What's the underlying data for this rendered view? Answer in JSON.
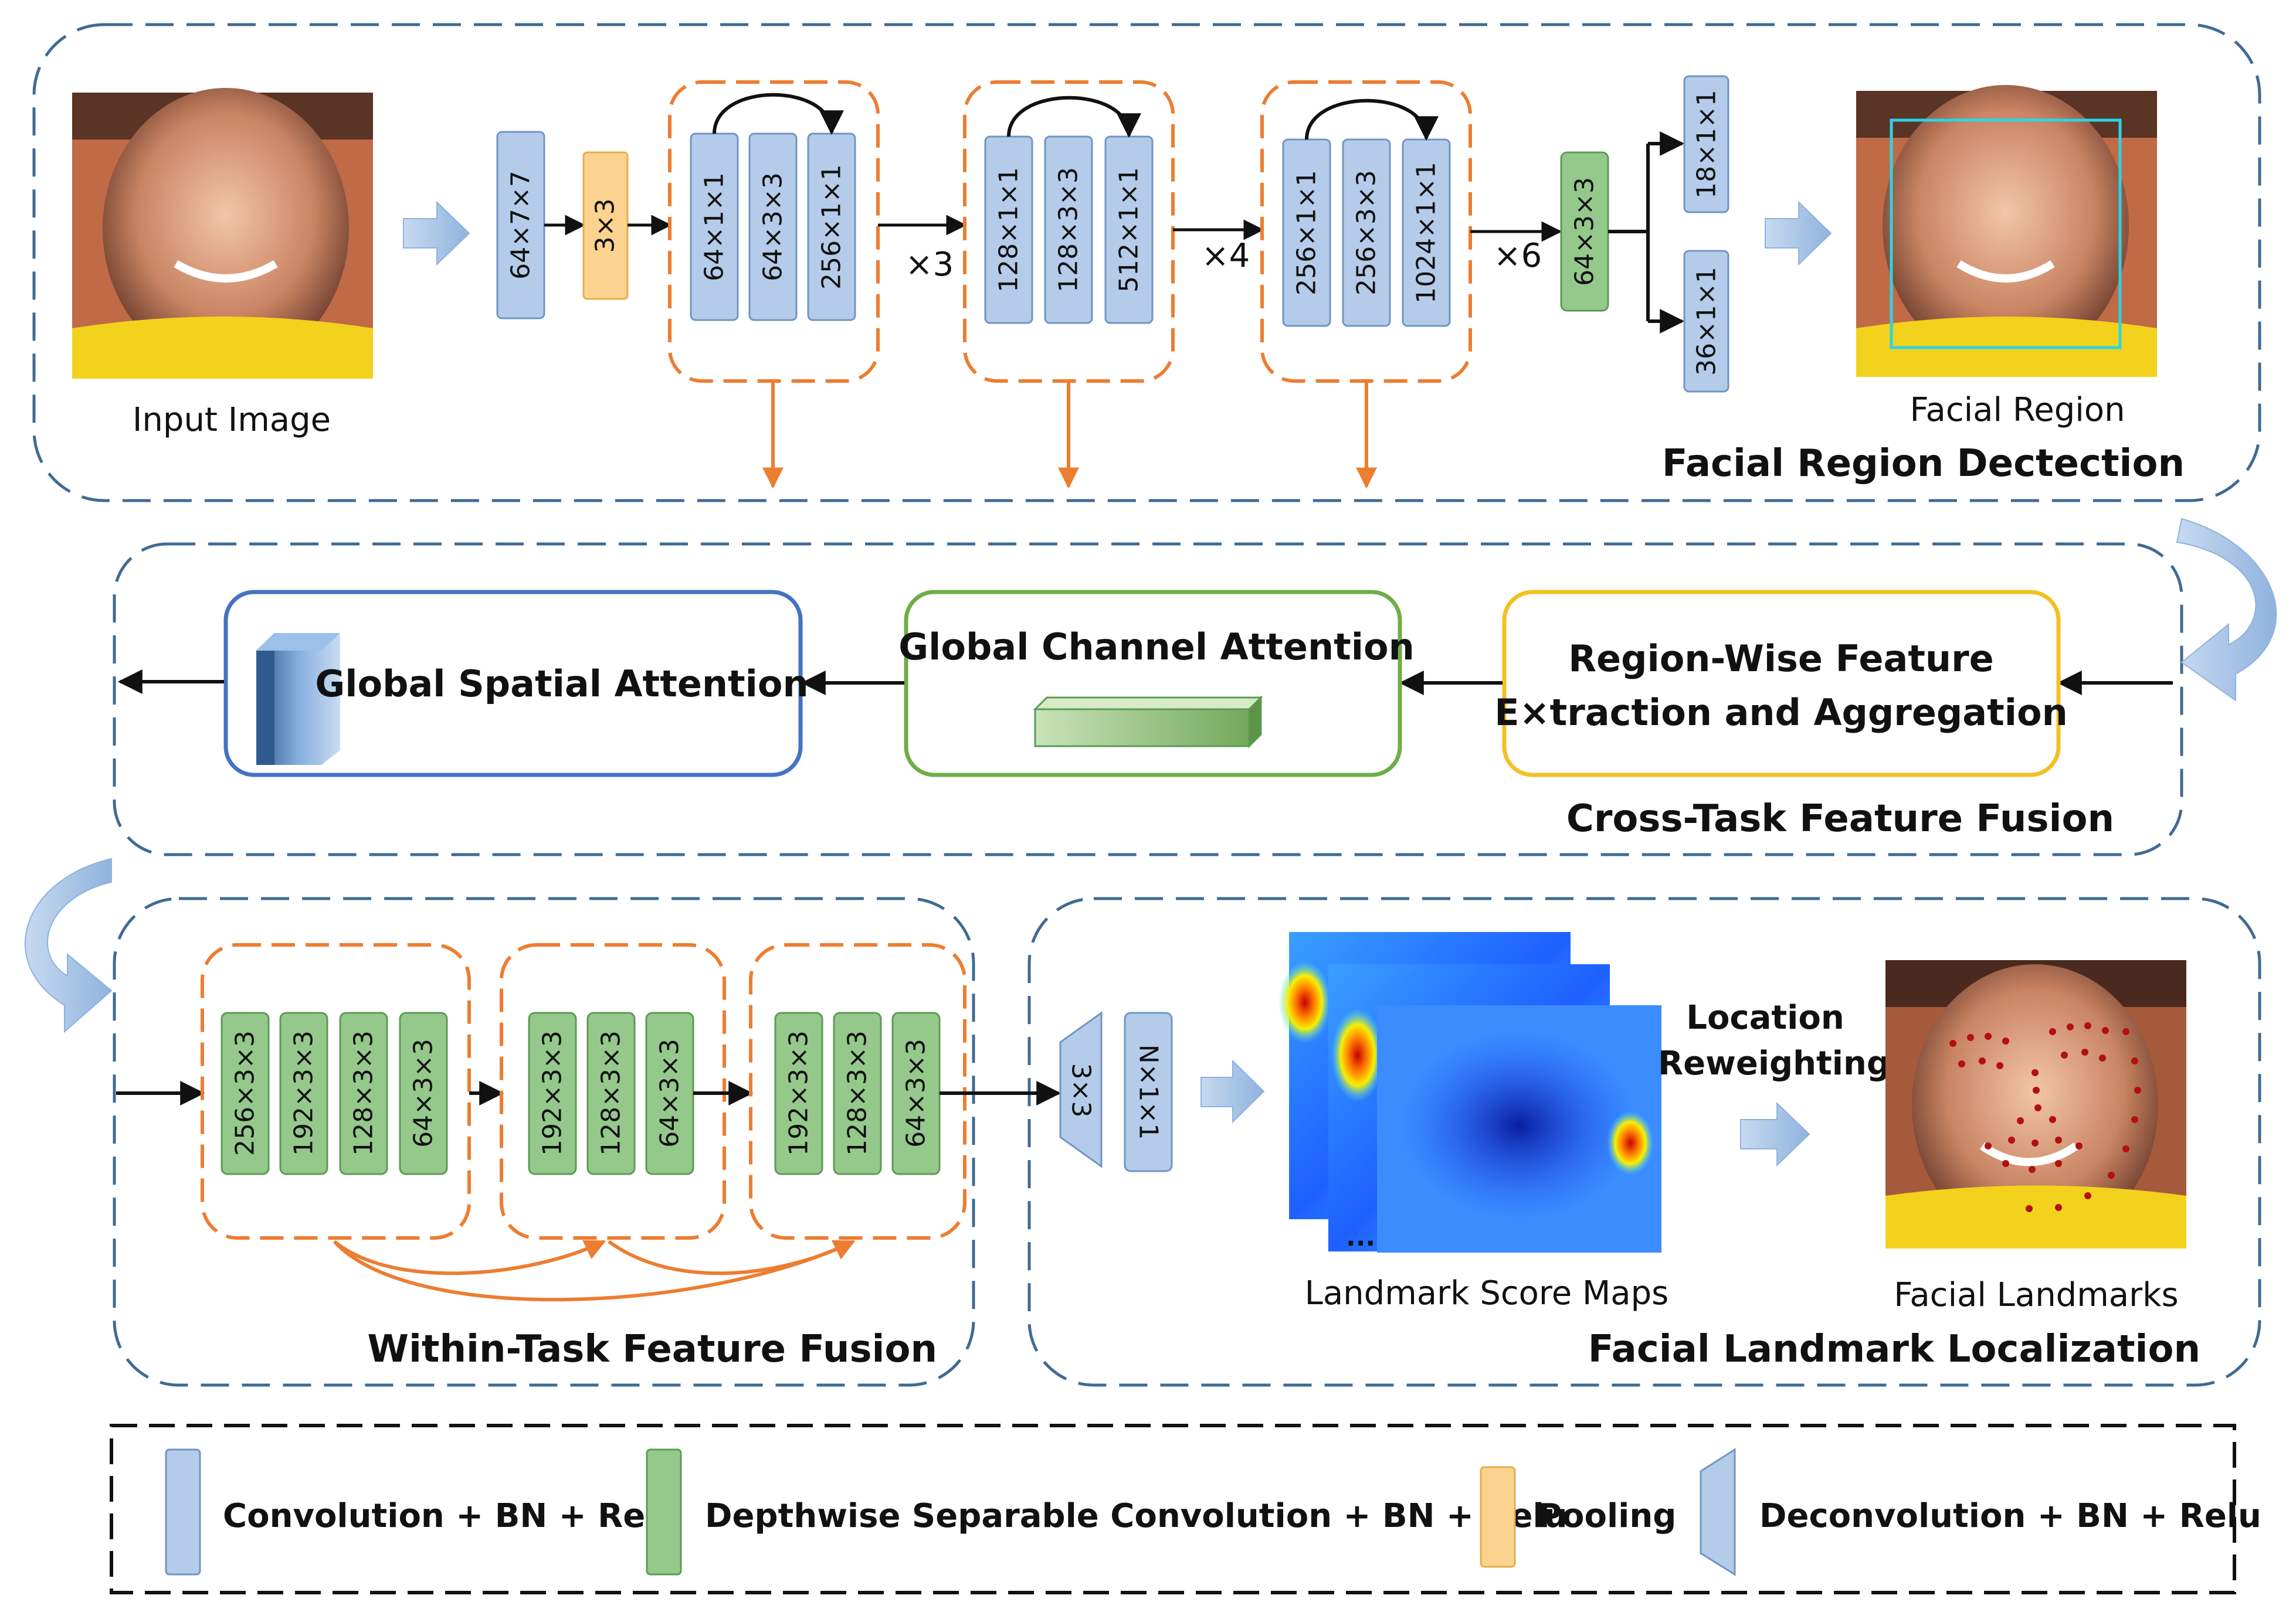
{
  "labels": {
    "input_image": "Input Image",
    "facial_region": "Facial Region",
    "facial_region_detection": "Facial Region Dectection",
    "cross_task_fusion": "Cross-Task Feature Fusion",
    "within_task_fusion": "Within-Task Feature Fusion",
    "landmark_localization": "Facial Landmark Localization",
    "landmark_score_maps": "Landmark Score Maps",
    "facial_landmarks": "Facial Landmarks",
    "location_reweighting_1": "Location",
    "location_reweighting_2": "Reweighting",
    "ellipsis": "..."
  },
  "modules": {
    "global_spatial_attention": "Global Spatial Attention",
    "global_channel_attention": "Global Channel Attention",
    "region_wise_1": "Region-Wise Feature",
    "region_wise_2": "E×traction and Aggregation"
  },
  "backbone": {
    "conv1": "64×7×7",
    "pool": "3×3",
    "stage1": [
      "64×1×1",
      "64×3×3",
      "256×1×1"
    ],
    "stage2": [
      "128×1×1",
      "128×3×3",
      "512×1×1"
    ],
    "stage3": [
      "256×1×1",
      "256×3×3",
      "1024×1×1"
    ],
    "rep1": "×3",
    "rep2": "×4",
    "rep3": "×6",
    "dw": "64×3×3",
    "head1": "18×1×1",
    "head2": "36×1×1"
  },
  "within": {
    "group1": [
      "256×3×3",
      "192×3×3",
      "128×3×3",
      "64×3×3"
    ],
    "group2": [
      "192×3×3",
      "128×3×3",
      "64×3×3"
    ],
    "group3": [
      "192×3×3",
      "128×3×3",
      "64×3×3"
    ]
  },
  "localization": {
    "deconv": "3×3",
    "conv": "N×1×1"
  },
  "legend": {
    "conv": "Convolution + BN + Relu",
    "dwconv": "Depthwise Separable Convolution + BN + Relu",
    "pool": "Pooling",
    "deconv": "Deconvolution + BN + Relu"
  },
  "colors": {
    "conv_fill": "#b4cce9",
    "conv_stroke": "#7095c4",
    "dw_fill": "#95c98c",
    "dw_stroke": "#5d9a55",
    "pool_fill": "#fbd38f",
    "pool_stroke": "#e6ad4c",
    "orange": "#ed7d31",
    "panel_stroke": "#3f6b94",
    "module_blue": "#4472c4",
    "module_green": "#70ad47",
    "module_yellow": "#f4c021"
  }
}
